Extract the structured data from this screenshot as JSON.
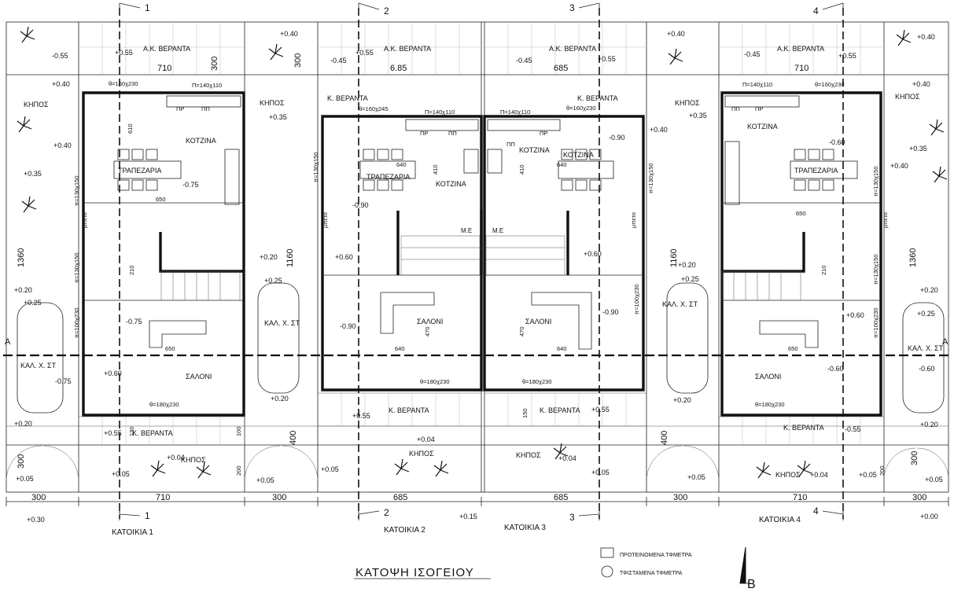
{
  "drawing_title": "ΚΑΤΟΨΗ ΙΣΟΓΕΙΟΥ",
  "legend": {
    "proposed": "ΠΡΟΤΕΙΝΟΜΕΝΑ ΤΦΜΕΤΡΑ",
    "existing": "ΤΦΙΣΤΑΜΕΝΑ ΤΦΜΕΤΡΑ"
  },
  "north_label": "B",
  "houses": [
    {
      "label": "ΚΑΤΟΙΚΙΑ 1",
      "width": "710"
    },
    {
      "label": "ΚΑΤΟΙΚΙΑ 2",
      "width": "685"
    },
    {
      "label": "ΚΑΤΟΙΚΙΑ 3",
      "width": "685"
    },
    {
      "label": "ΚΑΤΟΙΚΙΑ 4",
      "width": "710"
    }
  ],
  "yard_width": "300",
  "section_marks": [
    "1",
    "2",
    "3",
    "4"
  ],
  "section_a": "A",
  "rooms": {
    "kitchen": "ΚΟΤΖΙΝΑ",
    "dining": "ΤΡΑΠΕΖΑΡΙΑ",
    "living": "ΣΑΛΟΝΙ",
    "garden": "ΚΗΠΟΣ",
    "veranda": "Κ. ΒΕΡΑΝΤΑ",
    "rear_veranda": "Α.Κ. ΒΕΡΑΝΤΑ",
    "parking": "ΚΑΛ. Χ. ΣΤ",
    "wc": "Μ.Ε"
  },
  "openings": {
    "w180": "θ=180χ230",
    "w160": "θ=160χ230",
    "w160b": "θ=160χ245",
    "w140": "Π=140χ110",
    "w130": "π=130χ150",
    "w100": "π=100χ230",
    "pr": "ΠΡ",
    "pp": "ΠΠ",
    "mpeto": "μπετο"
  },
  "levels": {
    "a": "+0.55",
    "b": "-0.55",
    "c": "+0.40",
    "d": "+0.35",
    "e": "-0.75",
    "f": "+0.60",
    "g": "+0.20",
    "h": "+0.25",
    "i": "+0.05",
    "j": "+0.04",
    "k": "-0.45",
    "l": "-0.90",
    "m": "-0.60",
    "n": "+0.30",
    "o": "+0.15",
    "p": "+0.00"
  },
  "dims": {
    "d1360": "1360",
    "d1160": "1160",
    "d650": "650",
    "d640": "640",
    "d300": "300",
    "d400": "400",
    "d100": "100",
    "d150": "150",
    "d200": "200",
    "d610": "610",
    "d410": "410",
    "d470": "470",
    "d210": "210",
    "d130": "130",
    "d685": "6.85"
  }
}
